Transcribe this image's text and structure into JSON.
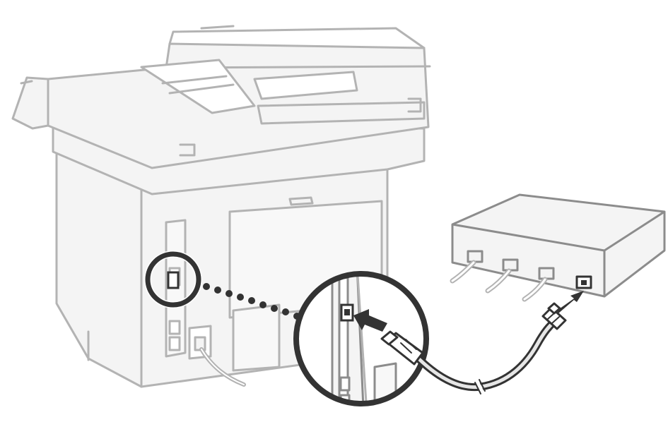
{
  "figure": {
    "colors": {
      "background": "#ffffff",
      "line_light": "#b3b3b3",
      "line_mid": "#8c8c8c",
      "fill_light": "#f4f4f4",
      "highlight": "#333333",
      "cable_fill": "#e6e6e6"
    },
    "items": {
      "printer": "multifunction-printer",
      "callout": "lan-port-zoom-callout",
      "router": "network-router",
      "cable": "lan-cable",
      "arrows": [
        "insert-arrow-printer",
        "insert-arrow-router"
      ]
    }
  }
}
